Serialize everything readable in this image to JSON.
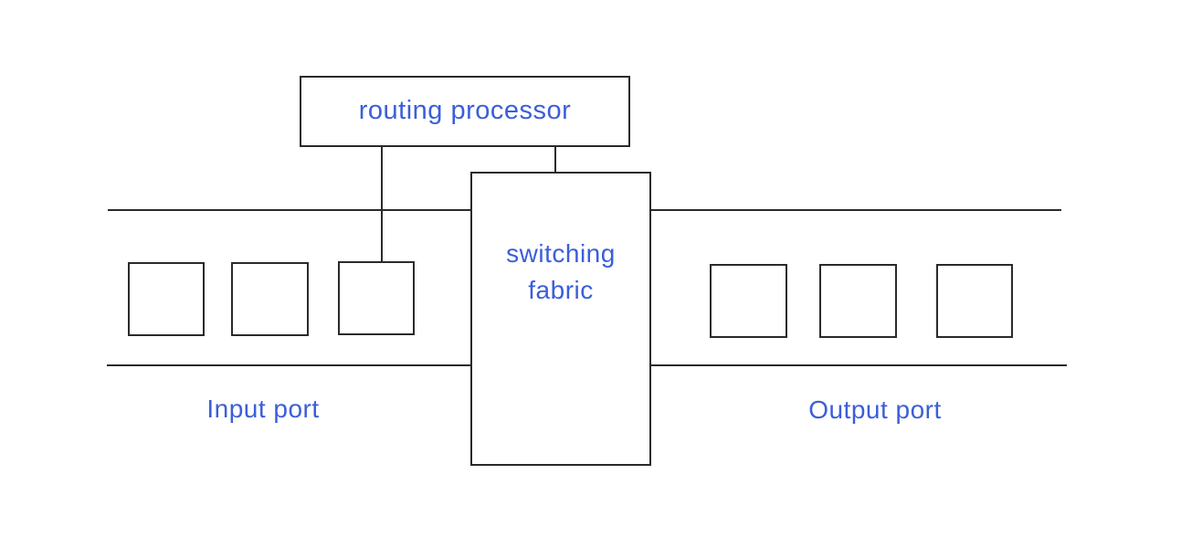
{
  "diagram": {
    "routing_processor": {
      "label": "routing processor"
    },
    "switching_fabric": {
      "label": "switching fabric"
    },
    "input_port": {
      "label": "Input port",
      "queue_count": 3
    },
    "output_port": {
      "label": "Output port",
      "queue_count": 3
    },
    "colors": {
      "label_blue": "#3b5ed9",
      "line_dark": "#2a2a2a",
      "background": "#ffffff"
    }
  }
}
